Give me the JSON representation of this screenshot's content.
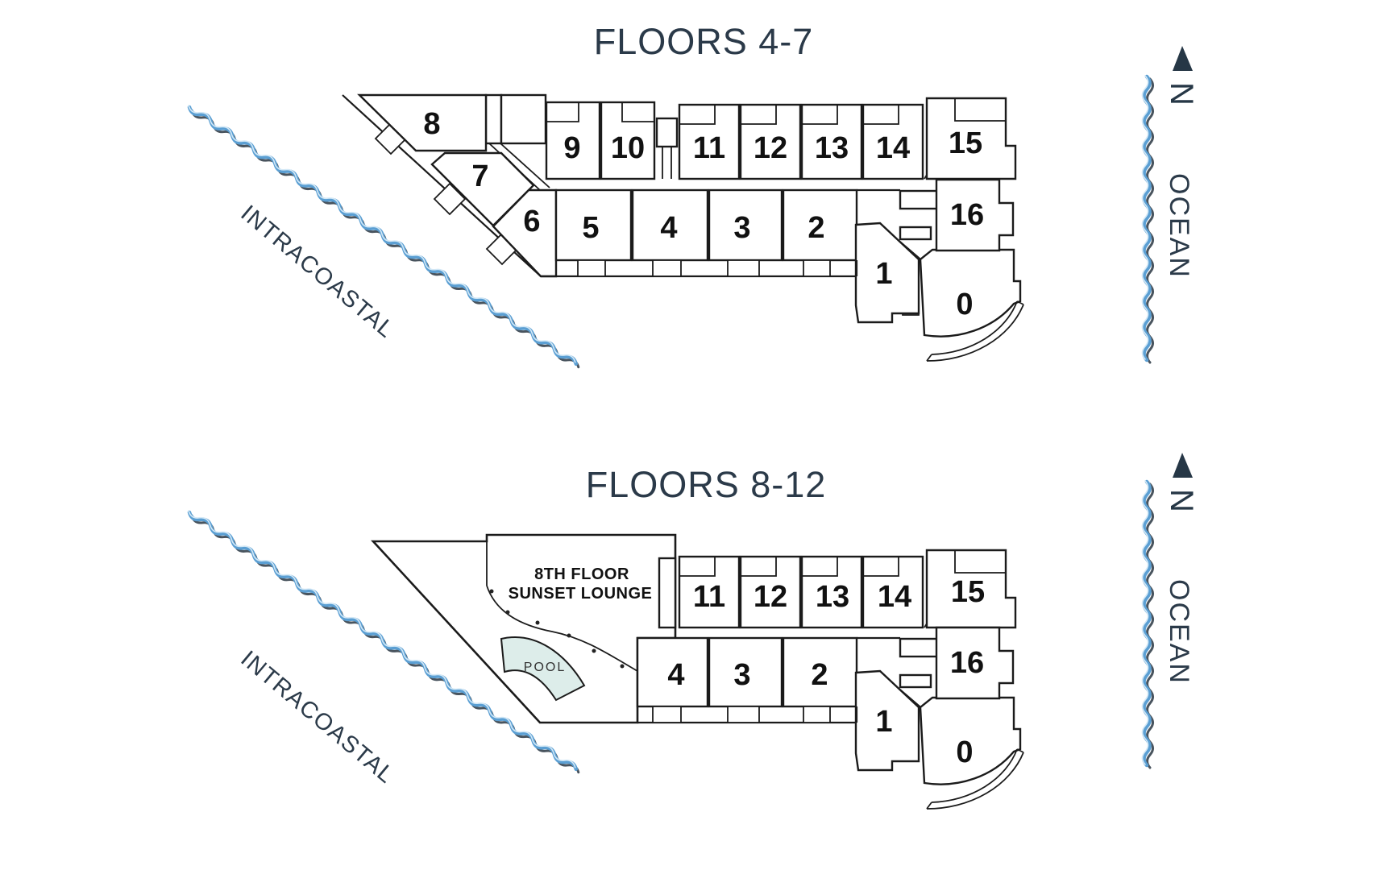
{
  "page": {
    "background": "#ffffff"
  },
  "plans": [
    {
      "title": "FLOORS 4-7",
      "units": [
        "8",
        "7",
        "6",
        "5",
        "4",
        "3",
        "2",
        "1",
        "0",
        "9",
        "10",
        "11",
        "12",
        "13",
        "14",
        "15",
        "16"
      ]
    },
    {
      "title": "FLOORS 8-12",
      "units": [
        "11",
        "12",
        "13",
        "14",
        "15",
        "4",
        "3",
        "2",
        "1",
        "0",
        "16"
      ],
      "lounge": {
        "line1": "8TH FLOOR",
        "line2": "SUNSET LOUNGE"
      },
      "pool_label": "POOL"
    }
  ],
  "compass": {
    "north_label": "N"
  },
  "shore": {
    "left_label": "INTRACOASTAL",
    "right_label": "OCEAN"
  },
  "colors": {
    "line": "#1b1b1b",
    "navy": "#2b3a49",
    "wave_blue": "#5b9fd3",
    "wave_shadow": "#49545e",
    "wave_highlight": "#d3e8f6",
    "pool_fill": "#ddedea"
  }
}
